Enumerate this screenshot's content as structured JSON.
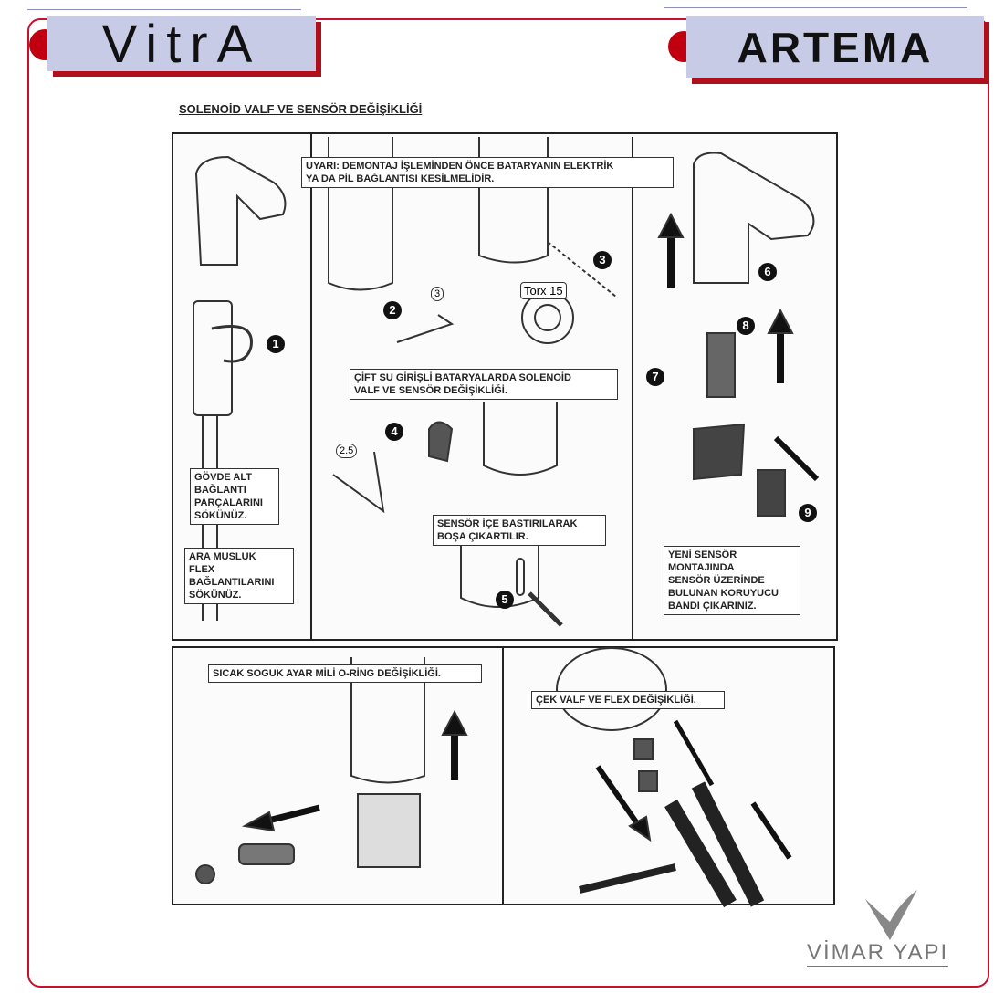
{
  "logos": {
    "vitra": "VitrA",
    "artema": "ARTEMA",
    "vimar": "VİMAR YAPI"
  },
  "title": "SOLENOİD VALF VE SENSÖR DEĞİŞİKLİĞİ",
  "labels": {
    "warning": "UYARI: DEMONTAJ İŞLEMİNDEN ÖNCE BATARYANIN ELEKTRİK\nYA DA PİL BAĞLANTISI KESİLMELİDİR.",
    "double_inlet": "ÇİFT SU GİRİŞLİ BATARYALARDA SOLENOİD\nVALF VE SENSÖR DEĞİŞİKLİĞİ.",
    "body_parts": "GÖVDE ALT\nBAĞLANTI\nPARÇALARINI\nSÖKÜNÜZ.",
    "flex": "ARA MUSLUK\nFLEX\nBAĞLANTILARINI\nSÖKÜNÜZ.",
    "sensor_push": "SENSÖR İÇE BASTIRILARAK\nBOŞA ÇIKARTILIR.",
    "new_sensor": "YENİ SENSÖR\nMONTAJINDA\nSENSÖR ÜZERİNDE\nBULUNAN KORUYUCU\nBANDI ÇIKARINIZ.",
    "oring": "SICAK SOGUK AYAR MİLİ O-RİNG DEĞİŞİKLİĞİ.",
    "check_valve": "ÇEK VALF VE FLEX DEĞİŞİKLİĞİ.",
    "torx": "Torx 15",
    "hex3": "3",
    "hex25": "2.5"
  },
  "steps": [
    "1",
    "2",
    "3",
    "4",
    "5",
    "6",
    "7",
    "8",
    "9"
  ]
}
